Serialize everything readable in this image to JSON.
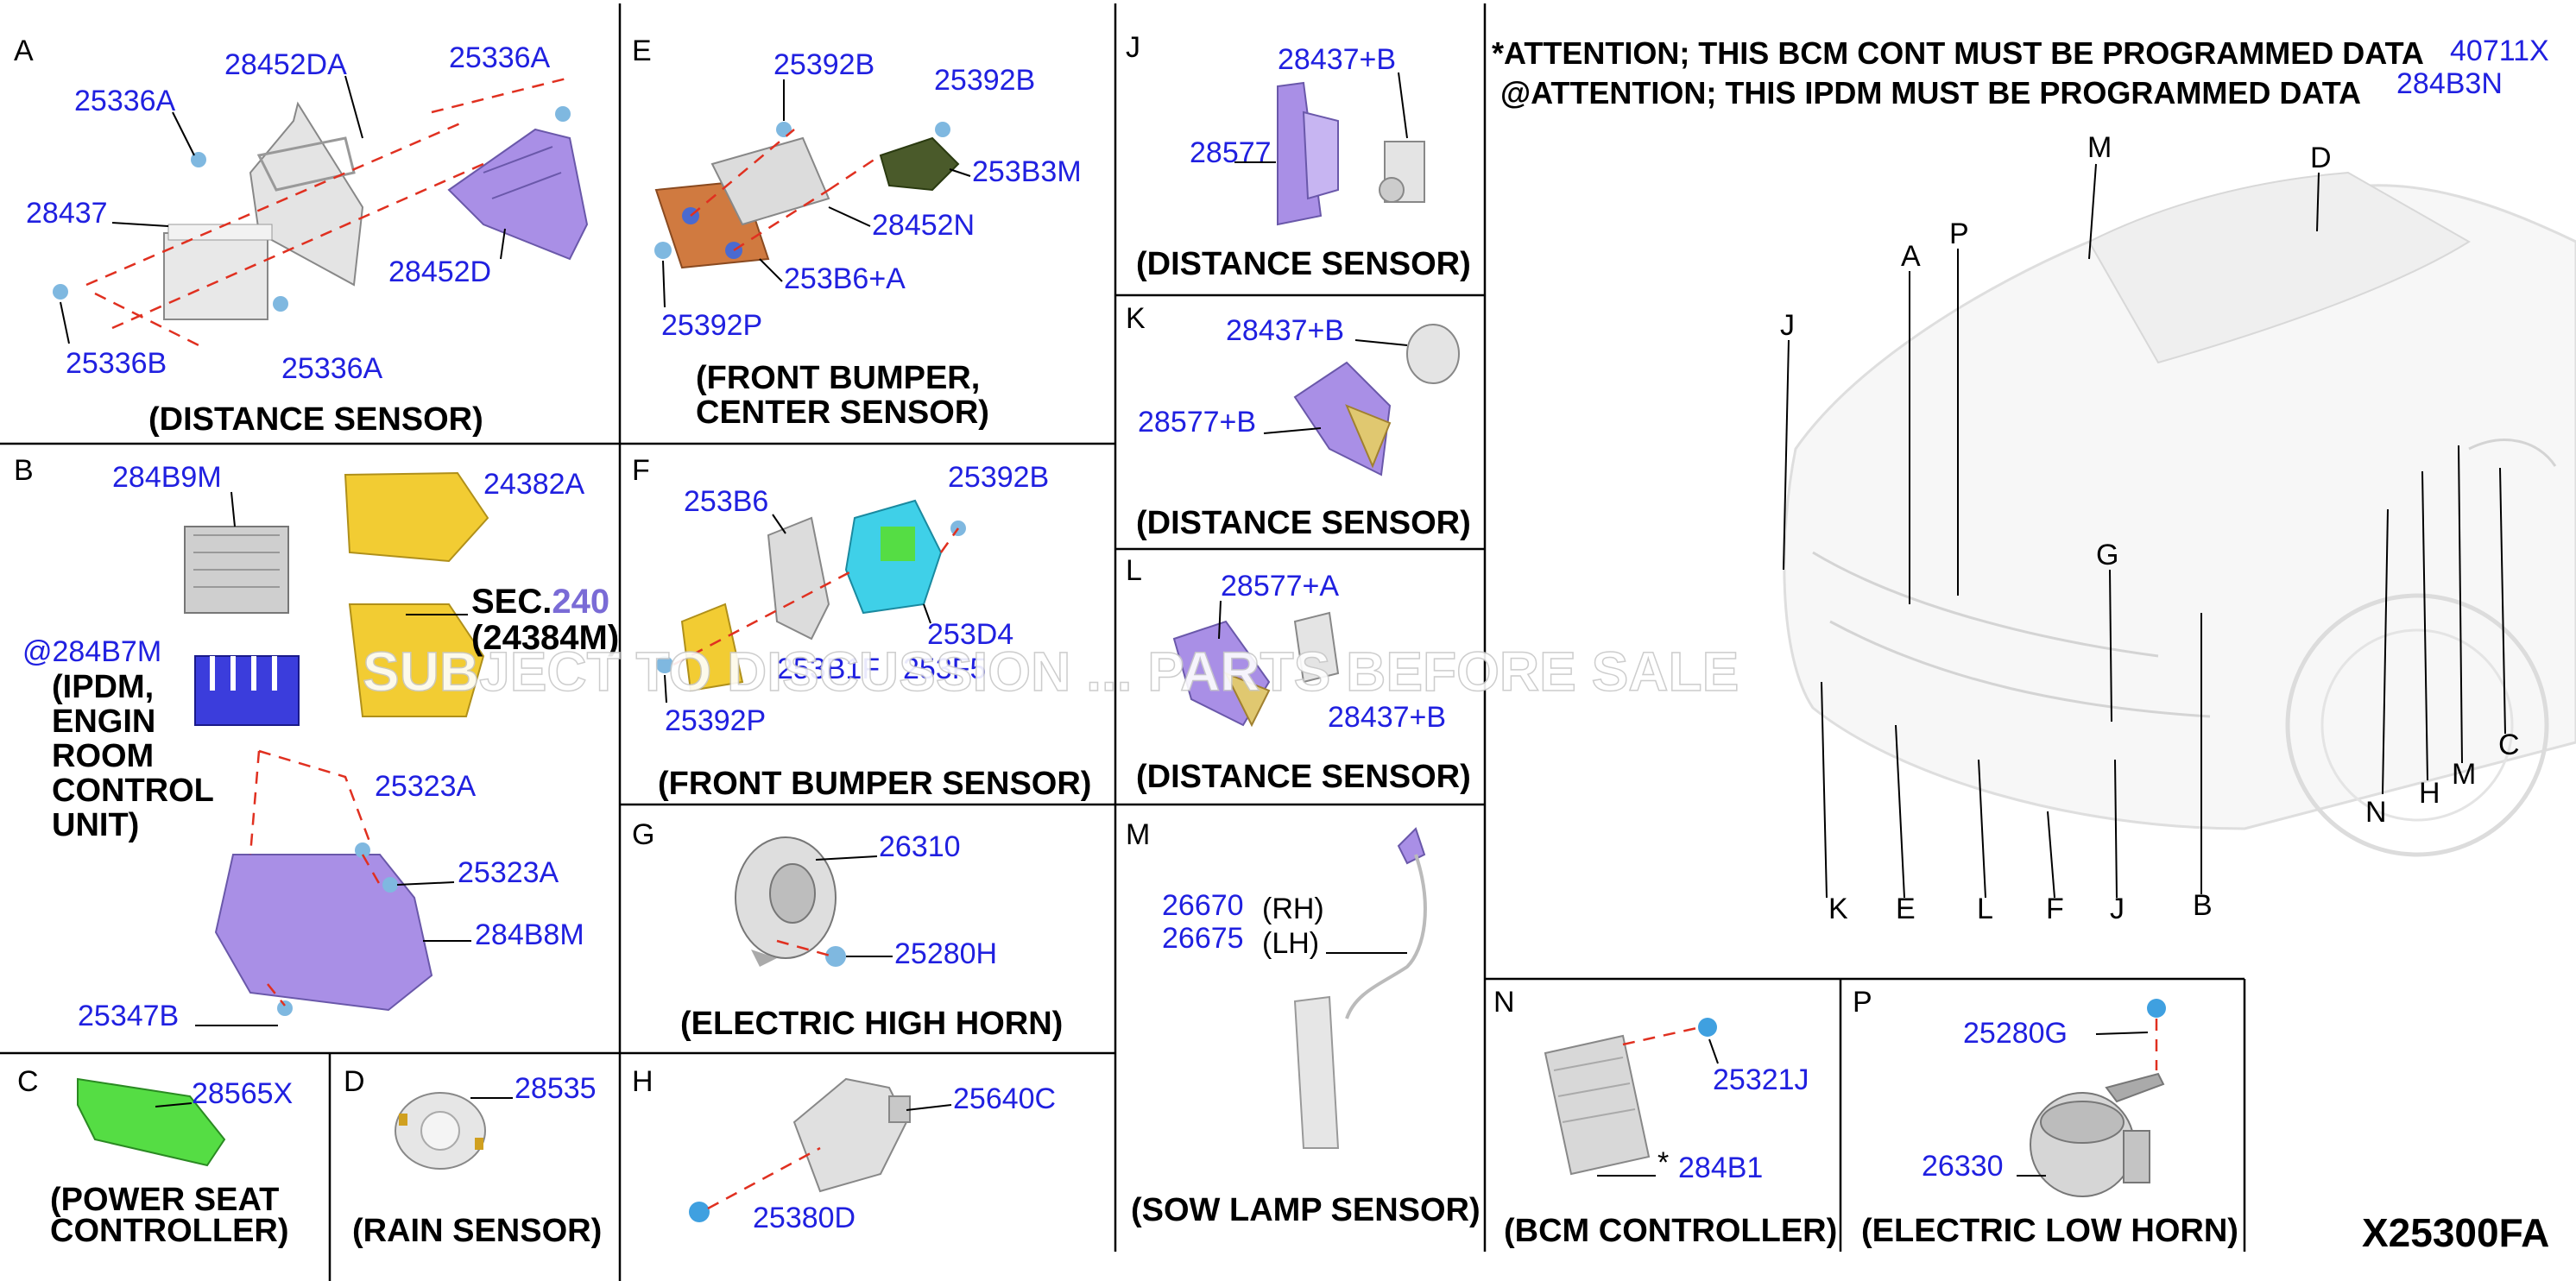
{
  "sections": {
    "A": {
      "letter": "A",
      "caption": "(DISTANCE SENSOR)",
      "parts": [
        "28452DA",
        "25336A",
        "25336A",
        "28437",
        "28452D",
        "25336B",
        "25336A"
      ]
    },
    "B": {
      "letter": "B",
      "parts": [
        "284B9M",
        "24382A",
        "25323A",
        "25323A",
        "284B8M",
        "25347B"
      ],
      "sec_prefix": "SEC.",
      "sec_num": "240",
      "sec_sub": "(24384M)",
      "ipdm_pn": "@284B7M",
      "ipdm_label": [
        "(IPDM,",
        "ENGIN",
        "ROOM",
        "CONTROL",
        "UNIT)"
      ]
    },
    "C": {
      "letter": "C",
      "part": "28565X",
      "caption": [
        "(POWER SEAT",
        "CONTROLLER)"
      ]
    },
    "D": {
      "letter": "D",
      "part": "28535",
      "caption": "(RAIN SENSOR)"
    },
    "E": {
      "letter": "E",
      "parts": [
        "25392B",
        "25392B",
        "253B3M",
        "28452N",
        "253B6+A",
        "25392P"
      ],
      "caption": [
        "(FRONT BUMPER,",
        "CENTER SENSOR)"
      ]
    },
    "F": {
      "letter": "F",
      "parts": [
        "25392B",
        "253B6",
        "253D4",
        "253B1F",
        "253F5",
        "25392P"
      ],
      "caption": "(FRONT BUMPER SENSOR)"
    },
    "G": {
      "letter": "G",
      "parts": [
        "26310",
        "25280H"
      ],
      "caption": "(ELECTRIC HIGH HORN)"
    },
    "H": {
      "letter": "H",
      "parts": [
        "25640C",
        "25380D"
      ]
    },
    "J": {
      "letter": "J",
      "parts": [
        "28437+B",
        "28577"
      ],
      "caption": "(DISTANCE SENSOR)"
    },
    "K": {
      "letter": "K",
      "parts": [
        "28437+B",
        "28577+B"
      ],
      "caption": "(DISTANCE SENSOR)"
    },
    "L": {
      "letter": "L",
      "parts": [
        "28577+A",
        "28437+B"
      ],
      "caption": "(DISTANCE SENSOR)"
    },
    "M": {
      "letter": "M",
      "parts": [
        "26670",
        "26675"
      ],
      "rh": "(RH)",
      "lh": "(LH)",
      "caption": "(SOW LAMP SENSOR)"
    },
    "N": {
      "letter": "N",
      "parts": [
        "25321J",
        "*",
        "284B1"
      ],
      "caption": "(BCM CONTROLLER)"
    },
    "P": {
      "letter": "P",
      "parts": [
        "25280G",
        "26330"
      ],
      "caption": "(ELECTRIC LOW HORN)"
    }
  },
  "attention": {
    "line1": "*ATTENTION; THIS BCM CONT MUST BE PROGRAMMED DATA",
    "line1_pn": "40711X",
    "line2": "@ATTENTION; THIS IPDM MUST BE PROGRAMMED DATA",
    "line2_pn": "284B3N"
  },
  "car_callouts": [
    "M",
    "D",
    "A",
    "P",
    "J",
    "G",
    "K",
    "E",
    "L",
    "F",
    "J",
    "B",
    "N",
    "H",
    "M",
    "C"
  ],
  "watermark": "SUBJECT TO DISCUSSION ... PARTS BEFORE SALE",
  "diagram_code": "X25300FA",
  "colors": {
    "part_number": "#2020e0",
    "leader": "#000000",
    "dashed": "#e03020",
    "purple": "#a98fe6",
    "gray": "#d2d2d2",
    "yellow": "#f2cc33",
    "cyan": "#3fd0e8",
    "green": "#55dd44",
    "orange": "#d07a40"
  }
}
